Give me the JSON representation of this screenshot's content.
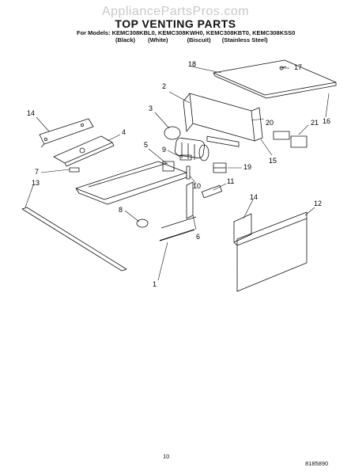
{
  "watermark": "AppliancePartsPros.com",
  "title": "TOP VENTING PARTS",
  "models_line": "For Models: KEMC308KBL0, KEMC308KWH0, KEMC308KBT0, KEMC308KSS0",
  "variants": [
    "(Black)",
    "(White)",
    "(Biscuit)",
    "(Stainless Steel)"
  ],
  "callouts": [
    "1",
    "2",
    "3",
    "4",
    "5",
    "6",
    "7",
    "8",
    "9",
    "10",
    "11",
    "12",
    "13",
    "14",
    "14",
    "15",
    "16",
    "17",
    "18",
    "19",
    "20",
    "21"
  ],
  "page_number": "10",
  "doc_number": "8185890",
  "colors": {
    "line": "#111111",
    "watermark": "#c8c8c8",
    "background": "#ffffff"
  }
}
